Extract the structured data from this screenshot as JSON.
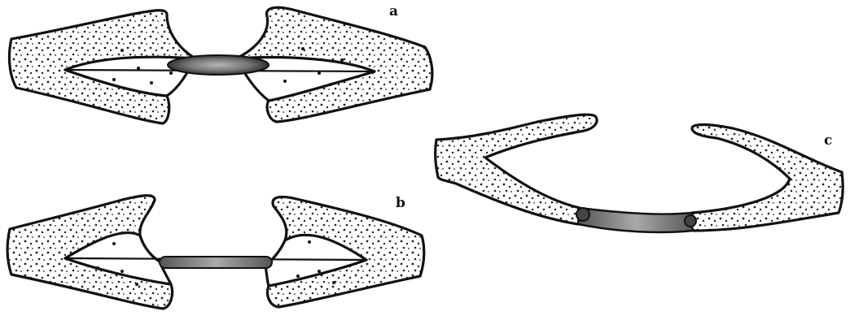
{
  "figure": {
    "panels": [
      {
        "id": "a",
        "label": "a"
      },
      {
        "id": "b",
        "label": "b"
      },
      {
        "id": "c",
        "label": "c"
      }
    ]
  }
}
